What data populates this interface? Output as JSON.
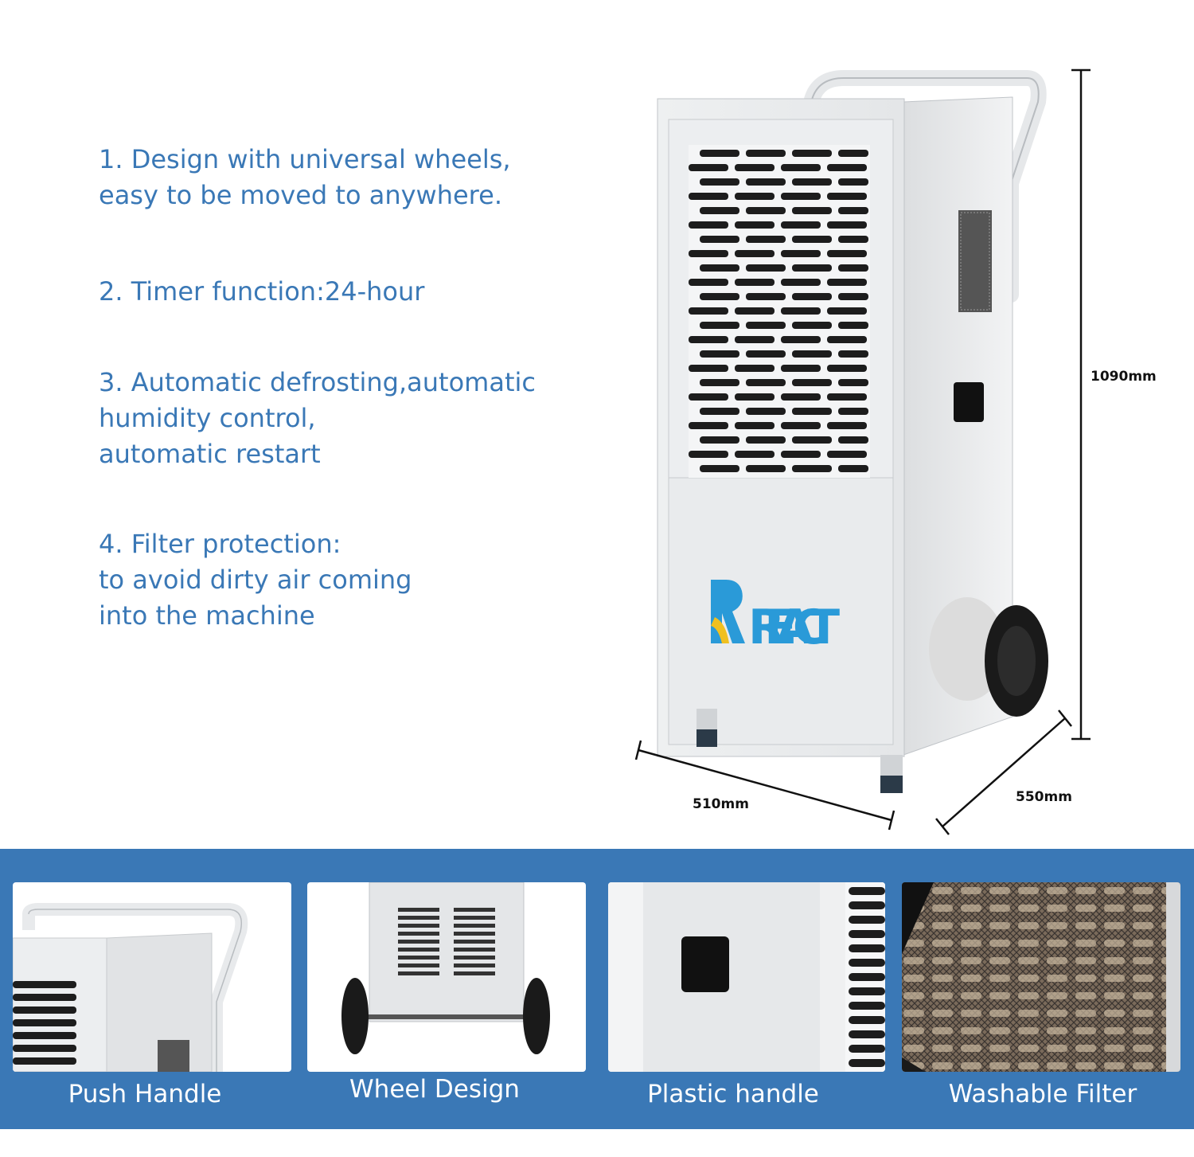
{
  "features": [
    {
      "lines": [
        "1. Design with universal wheels,",
        "easy to be moved to anywhere."
      ]
    },
    {
      "lines": [
        "2. Timer function:24-hour"
      ]
    },
    {
      "lines": [
        "3. Automatic defrosting,automatic",
        "humidity control,",
        "automatic restart"
      ]
    },
    {
      "lines": [
        "4. Filter protection:",
        "to avoid dirty air coming",
        "into the machine"
      ]
    }
  ],
  "product": {
    "brand": "REACT",
    "dimensions": {
      "height": "1090mm",
      "width": "510mm",
      "depth": "550mm"
    }
  },
  "gallery": [
    {
      "caption": "Push Handle"
    },
    {
      "caption": "Wheel Design"
    },
    {
      "caption": "Plastic handle"
    },
    {
      "caption": "Washable Filter"
    }
  ],
  "colors": {
    "accent": "#3a78b6",
    "brand_blue": "#2a9ad8",
    "brand_yellow": "#f0c020"
  }
}
